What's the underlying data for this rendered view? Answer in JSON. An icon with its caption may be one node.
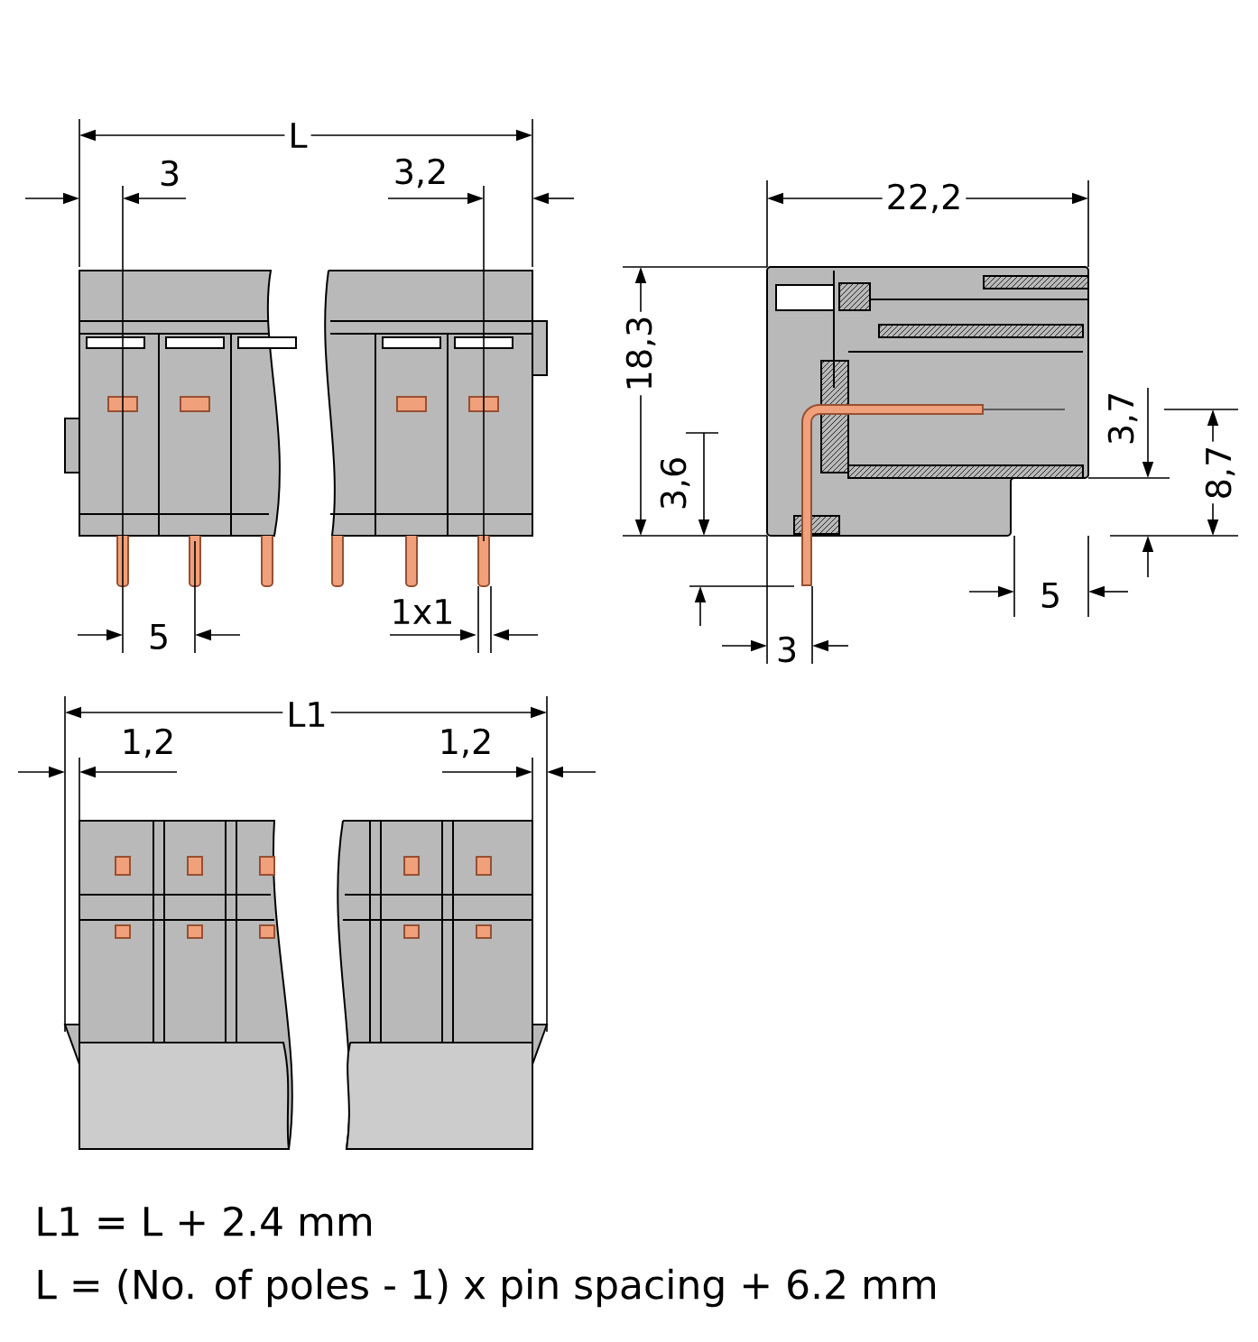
{
  "diagram": {
    "labels": [
      "L",
      "3",
      "3,2",
      "22,2",
      "18,3",
      "3,7",
      "8,7",
      "3,6",
      "5",
      "1x1",
      "5",
      "3",
      "L1",
      "1,2",
      "1,2",
      "L1 = L + 2.4 mm",
      "L = (No. of poles - 1) x pin spacing + 6.2 mm"
    ]
  }
}
